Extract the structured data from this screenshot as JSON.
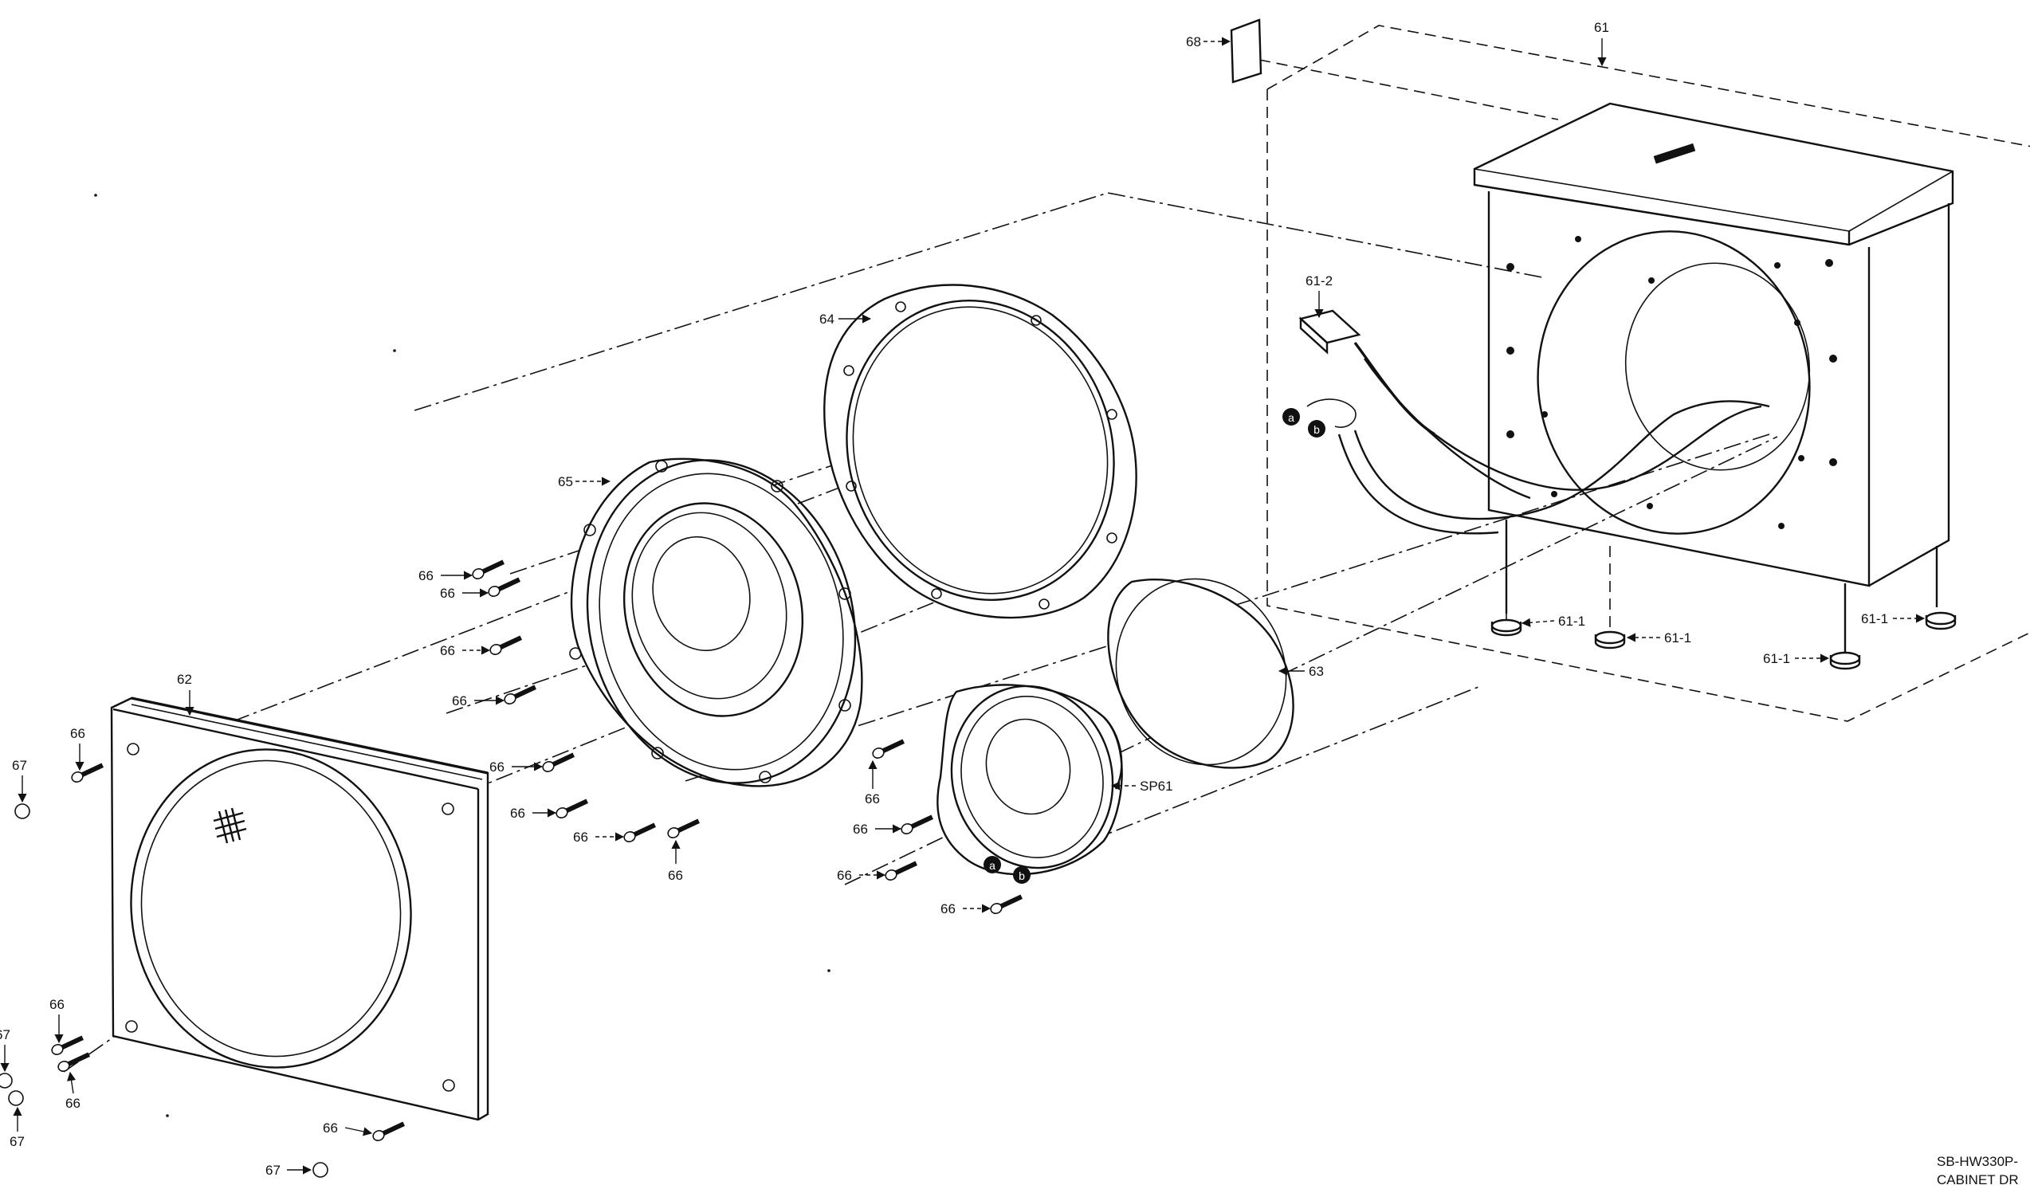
{
  "labels": {
    "l61": "61",
    "l61_1": "61-1",
    "l61_2": "61-2",
    "l62": "62",
    "l63": "63",
    "l64": "64",
    "l65": "65",
    "l66": "66",
    "l67": "67",
    "l68": "68",
    "sp61": "SP61",
    "a": "a",
    "b": "b"
  },
  "footer": {
    "line1": "SB-HW330P-",
    "line2": "CABINET DR"
  }
}
